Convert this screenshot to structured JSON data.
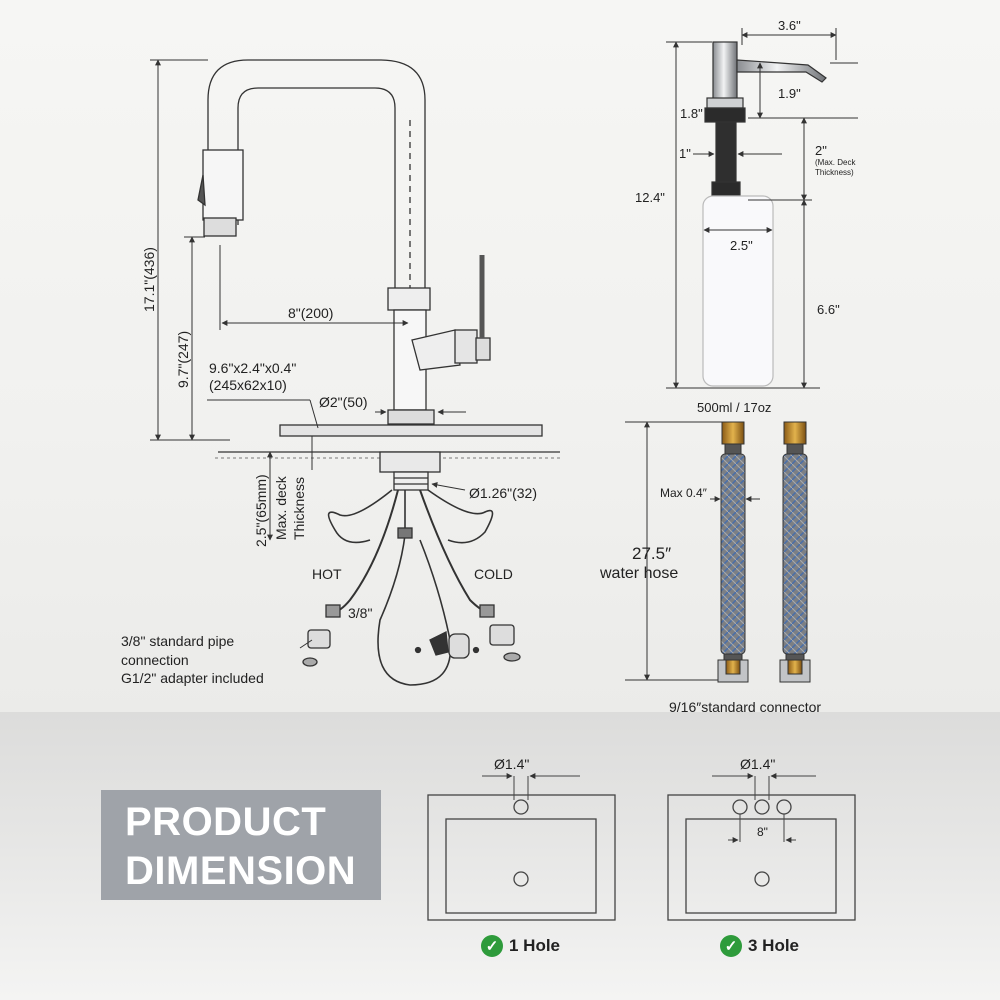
{
  "faucet": {
    "height_total": "17.1\"(436)",
    "height_spout": "9.7\"(247)",
    "reach": "8\"(200)",
    "plate_size_in": "9.6\"x2.4\"x0.4\"",
    "plate_size_mm": "(245x62x10)",
    "base_diameter": "Ø2\"(50)",
    "shank_diameter": "Ø1.26\"(32)",
    "deck_thickness_value": "2.5\"(65mm)",
    "deck_thickness_line1": "Max. deck",
    "deck_thickness_line2": "Thickness",
    "hot_label": "HOT",
    "cold_label": "COLD",
    "hose_size": "3/8\"",
    "pipe_line1": "3/8\" standard pipe",
    "pipe_line2": "connection",
    "pipe_line3": "G1/2\" adapter included"
  },
  "soap_dispenser": {
    "width_top": "3.6\"",
    "spout_height": "1.9\"",
    "flange": "1.8\"",
    "shank": "1\"",
    "deck": "2\"",
    "deck_note_line1": "(Max. Deck",
    "deck_note_line2": "Thickness)",
    "total_height": "12.4\"",
    "bottle_width": "2.5\"",
    "bottle_height": "6.6\"",
    "capacity": "500ml / 17oz"
  },
  "water_hose": {
    "max_diameter": "Max 0.4″",
    "length": "27.5″",
    "length_label": "water hose",
    "connector": "9/16″standard connector"
  },
  "banner": {
    "line1": "PRODUCT",
    "line2": "DIMENSION"
  },
  "sinks": [
    {
      "hole_diameter": "Ø1.4\"",
      "label": "1 Hole"
    },
    {
      "hole_diameter": "Ø1.4\"",
      "spacing": "8\"",
      "label": "3 Hole"
    }
  ],
  "colors": {
    "line": "#333333",
    "banner": "#9fa3a9",
    "check": "#2e9b3b"
  }
}
